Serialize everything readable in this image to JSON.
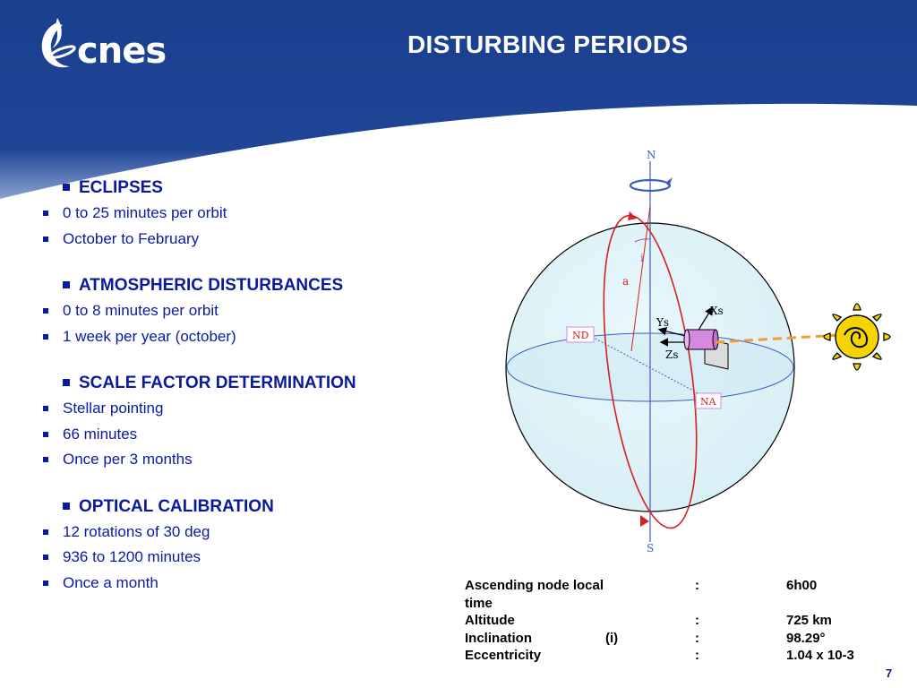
{
  "header": {
    "logo_text": "cnes",
    "title": "DISTURBING PERIODS"
  },
  "sections": [
    {
      "heading": "ECLIPSES",
      "items": [
        "0 to 25 minutes per orbit",
        "October to February"
      ]
    },
    {
      "heading": "ATMOSPHERIC DISTURBANCES",
      "items": [
        "0 to 8 minutes per orbit",
        "1 week per year (october)"
      ]
    },
    {
      "heading": "SCALE FACTOR DETERMINATION",
      "items": [
        "Stellar pointing",
        "66 minutes",
        "Once per 3 months"
      ]
    },
    {
      "heading": "OPTICAL CALIBRATION",
      "items": [
        "12 rotations of 30 deg",
        "936 to 1200 minutes",
        "Once a month"
      ]
    }
  ],
  "diagram": {
    "labels": {
      "north": "N",
      "south": "S",
      "inclination": "i",
      "argument": "a",
      "descending_node": "ND",
      "ascending_node": "NA",
      "xs": "Xs",
      "ys": "Ys",
      "zs": "Zs"
    },
    "colors": {
      "sphere_fill": "#dff3f8",
      "orbit": "#d42020",
      "sun": "#f5d400",
      "sun_line": "#f59a30",
      "satellite": "#d58ae0",
      "label_red": "#d42020",
      "axis": "#3a5fbf"
    }
  },
  "params": {
    "rows": [
      {
        "label": "Ascending node local time",
        "sym": "",
        "sep": ":",
        "value": "6h00"
      },
      {
        "label": "Altitude",
        "sym": "",
        "sep": ":",
        "value": "725 km"
      },
      {
        "label": "Inclination",
        "sym": "(i)",
        "sep": ":",
        "value": "98.29°"
      },
      {
        "label": "Eccentricity",
        "sym": "",
        "sep": ":",
        "value": "1.04 x 10-3"
      }
    ]
  },
  "page_number": "7",
  "colors": {
    "header_blue": "#1b3f8f",
    "text_blue": "#0a1a9e"
  }
}
